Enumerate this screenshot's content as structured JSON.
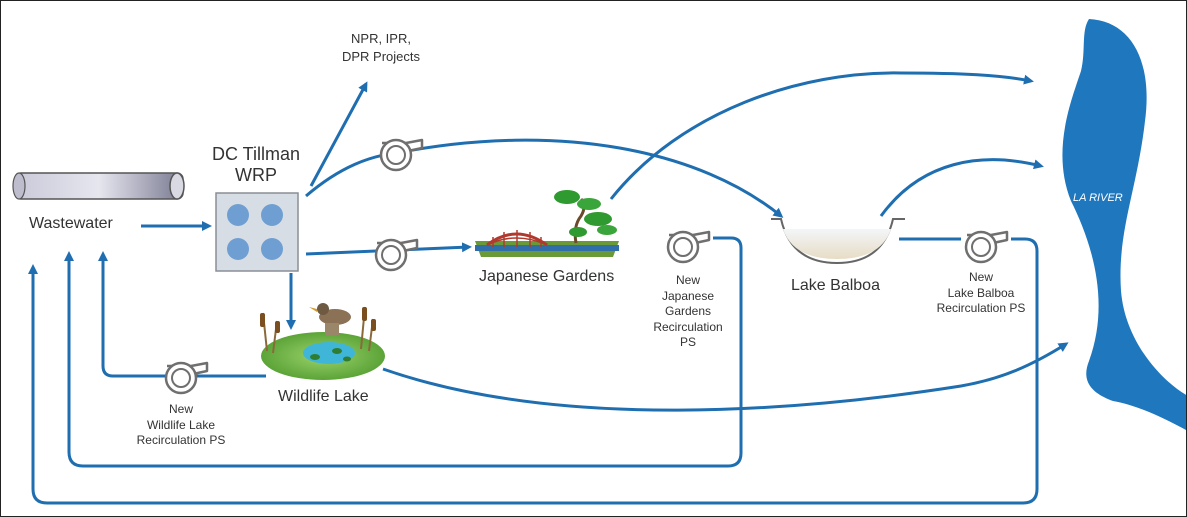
{
  "labels": {
    "wastewater": "Wastewater",
    "wrp": "DC Tillman\nWRP",
    "npr": "NPR, IPR,\nDPR Projects",
    "japanese_gardens": "Japanese Gardens",
    "lake_balboa": "Lake Balboa",
    "wildlife_lake": "Wildlife Lake",
    "jg_pump": "New\nJapanese\nGardens\nRecirculation\nPS",
    "lb_pump": "New\nLake Balboa\nRecirculation PS",
    "wl_pump": "New\nWildlife Lake\nRecirculation PS",
    "la_river": "LA RIVER"
  },
  "colors": {
    "flow": "#1f6eb0",
    "river": "#1f77be",
    "pump_outline": "#6f6f6f",
    "wrp_box": "#d7dde4",
    "clarifier": "#6f9fd2"
  }
}
